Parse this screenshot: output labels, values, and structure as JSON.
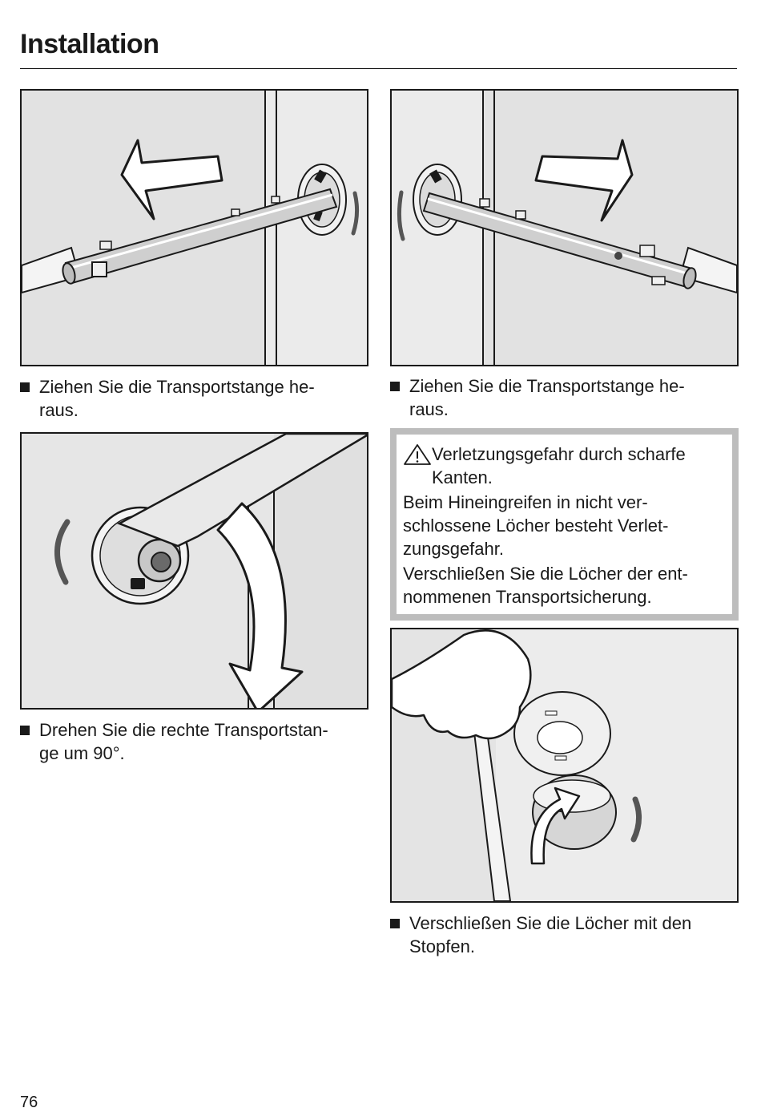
{
  "header": {
    "title": "Installation"
  },
  "steps": {
    "s1": "Ziehen Sie die Transportstange he-\nraus.",
    "s2": "Ziehen Sie die Transportstange he-\nraus.",
    "s3": "Drehen Sie die rechte Transportstan-\nge um 90°.",
    "s4": "Verschließen Sie die Löcher mit den\nStopfen."
  },
  "warning": {
    "icon": "warning-triangle-icon",
    "heading": "Verletzungsgefahr durch scharfe Kanten.",
    "p1": "Beim Hineingreifen in nicht ver-\nschlossene Löcher besteht Verlet-\nzungsgefahr.",
    "p2": "Verschließen Sie die Löcher der ent-\nnommenen Transportsicherung."
  },
  "page_number": "76"
}
